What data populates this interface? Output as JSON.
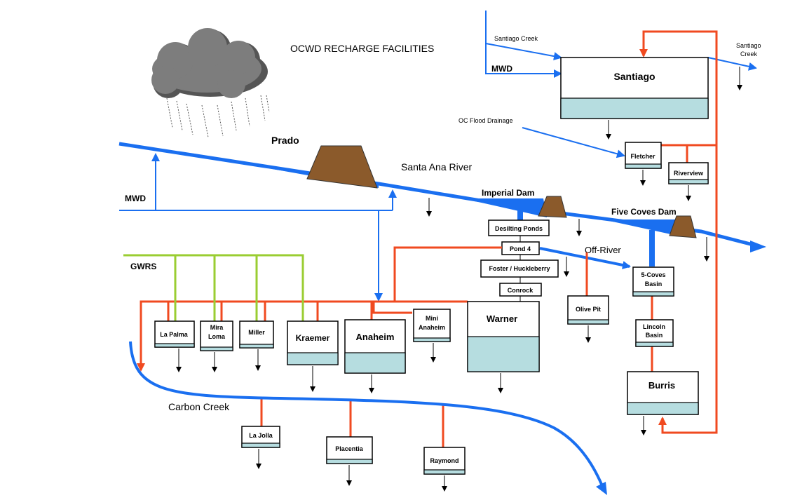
{
  "title": "OCWD RECHARGE FACILITIES",
  "sources": {
    "prado": "Prado",
    "santa_ana_river": "Santa Ana River",
    "mwd_left": "MWD",
    "mwd_top": "MWD",
    "gwrs": "GWRS",
    "santiago_creek_in": "Santiago Creek",
    "santiago_creek_out_1": "Santiago",
    "santiago_creek_out_2": "Creek",
    "oc_flood_drainage": "OC Flood Drainage",
    "imperial_dam": "Imperial Dam",
    "five_coves_dam": "Five Coves Dam",
    "off_river": "Off-River",
    "carbon_creek": "Carbon Creek"
  },
  "facilities": {
    "santiago": "Santiago",
    "fletcher": "Fletcher",
    "riverview": "Riverview",
    "desilting_ponds": "Desilting Ponds",
    "pond4": "Pond 4",
    "foster_huckleberry": "Foster / Huckleberry",
    "conrock": "Conrock",
    "warner": "Warner",
    "olive_pit": "Olive Pit",
    "five_coves_basin_1": "5-Coves",
    "five_coves_basin_2": "Basin",
    "lincoln_basin_1": "Lincoln",
    "lincoln_basin_2": "Basin",
    "burris": "Burris",
    "la_palma": "La Palma",
    "mira_loma_1": "Mira",
    "mira_loma_2": "Loma",
    "miller": "Miller",
    "kraemer": "Kraemer",
    "anaheim": "Anaheim",
    "mini_anaheim_1": "Mini",
    "mini_anaheim_2": "Anaheim",
    "la_jolla": "La Jolla",
    "placentia": "Placentia",
    "raymond": "Raymond"
  },
  "colors": {
    "river_blue": "#1a6ff0",
    "pipeline_red": "#f04a20",
    "gwrs_green": "#9acd32",
    "water_fill": "#b6dde0",
    "dam_brown": "#8b5a2b",
    "cloud_gray": "#777777"
  }
}
